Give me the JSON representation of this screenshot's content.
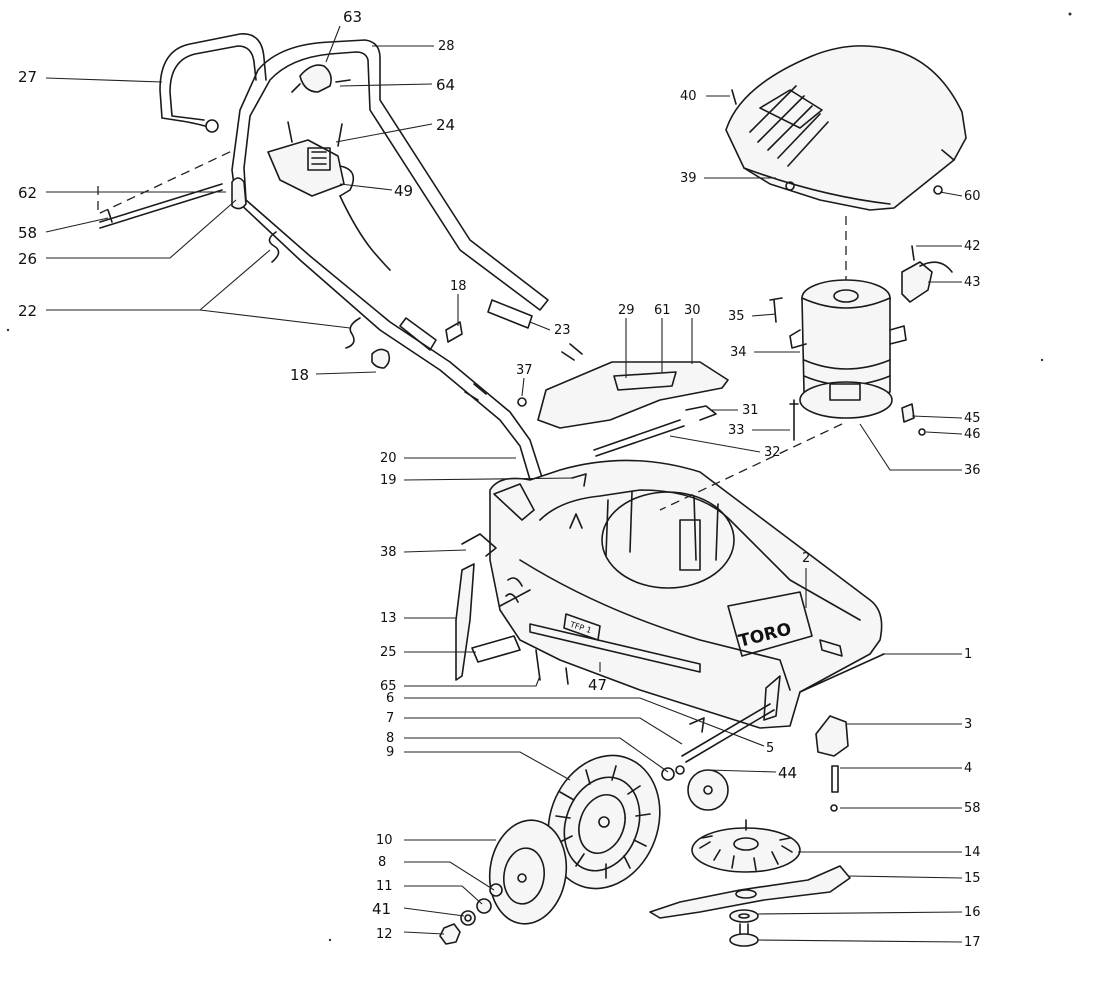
{
  "diagram": {
    "brand_logo": "TORO",
    "deck_tag": "TFP 1",
    "callouts": [
      {
        "id": "63"
      },
      {
        "id": "28"
      },
      {
        "id": "27"
      },
      {
        "id": "64"
      },
      {
        "id": "24"
      },
      {
        "id": "49"
      },
      {
        "id": "62"
      },
      {
        "id": "58"
      },
      {
        "id": "26"
      },
      {
        "id": "22"
      },
      {
        "id": "18"
      },
      {
        "id": "18"
      },
      {
        "id": "23"
      },
      {
        "id": "29"
      },
      {
        "id": "61"
      },
      {
        "id": "30"
      },
      {
        "id": "37"
      },
      {
        "id": "31"
      },
      {
        "id": "33"
      },
      {
        "id": "32"
      },
      {
        "id": "20"
      },
      {
        "id": "19"
      },
      {
        "id": "38"
      },
      {
        "id": "13"
      },
      {
        "id": "25"
      },
      {
        "id": "65"
      },
      {
        "id": "47"
      },
      {
        "id": "6"
      },
      {
        "id": "7"
      },
      {
        "id": "8"
      },
      {
        "id": "9"
      },
      {
        "id": "10"
      },
      {
        "id": "8"
      },
      {
        "id": "11"
      },
      {
        "id": "41"
      },
      {
        "id": "12"
      },
      {
        "id": "5"
      },
      {
        "id": "44"
      },
      {
        "id": "2"
      },
      {
        "id": "1"
      },
      {
        "id": "3"
      },
      {
        "id": "4"
      },
      {
        "id": "58"
      },
      {
        "id": "14"
      },
      {
        "id": "15"
      },
      {
        "id": "16"
      },
      {
        "id": "17"
      },
      {
        "id": "40"
      },
      {
        "id": "39"
      },
      {
        "id": "60"
      },
      {
        "id": "42"
      },
      {
        "id": "43"
      },
      {
        "id": "35"
      },
      {
        "id": "34"
      },
      {
        "id": "45"
      },
      {
        "id": "46"
      },
      {
        "id": "36"
      }
    ]
  }
}
